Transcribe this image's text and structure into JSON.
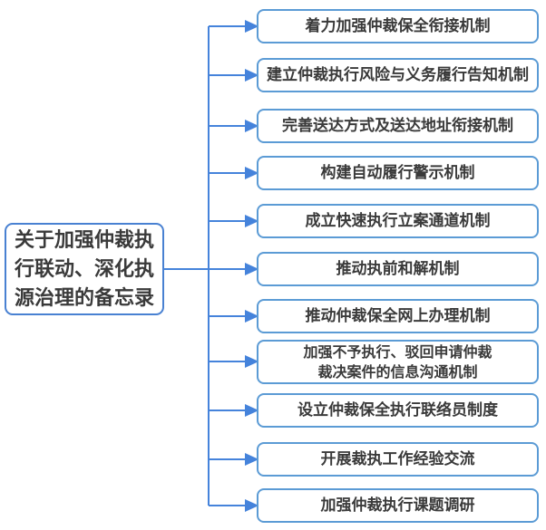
{
  "diagram": {
    "root": {
      "label": "关于加强仲裁执\n行联动、深化执\n源治理的备忘录"
    },
    "nodes": [
      {
        "label": "着力加强仲裁保全衔接机制"
      },
      {
        "label": "建立仲裁执行风险与义务履行告知机制"
      },
      {
        "label": "完善送达方式及送达地址衔接机制"
      },
      {
        "label": "构建自动履行警示机制"
      },
      {
        "label": "成立快速执行立案通道机制"
      },
      {
        "label": "推动执前和解机制"
      },
      {
        "label": "推动仲裁保全网上办理机制"
      },
      {
        "label": "加强不予执行、驳回申请仲裁\n裁决案件的信息沟通机制"
      },
      {
        "label": "设立仲裁保全执行联络员制度"
      },
      {
        "label": "开展裁执工作经验交流"
      },
      {
        "label": "加强仲裁执行课题调研"
      }
    ],
    "colors": {
      "connector": "#4583DB",
      "branch_border": "#5B9BD5",
      "root_border": "#4981D2",
      "text": "#3A3A3A",
      "background": "#FFFFFF"
    }
  }
}
